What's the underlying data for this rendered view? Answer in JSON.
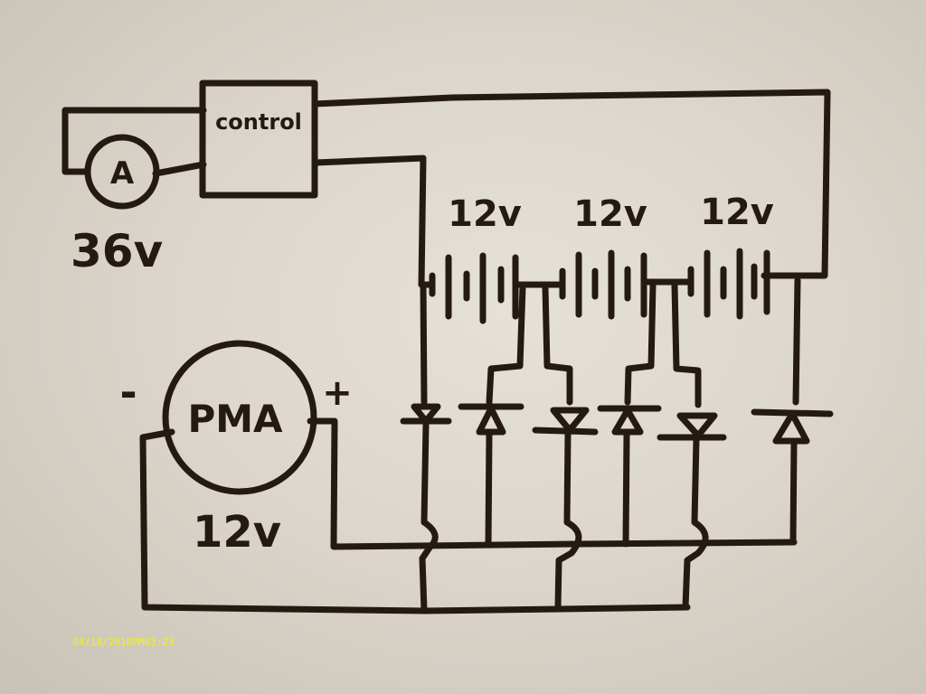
{
  "components": {
    "controller": {
      "label": "control"
    },
    "ammeter": {
      "symbol": "A",
      "voltage_label": "36v"
    },
    "pma": {
      "label": "PMA",
      "voltage_label": "12v",
      "minus": "-",
      "plus": "+"
    },
    "batteries": [
      {
        "voltage_label": "12v"
      },
      {
        "voltage_label": "12v"
      },
      {
        "voltage_label": "12v"
      }
    ]
  },
  "timestamp": "04/18/2010PM03:23",
  "colors": {
    "ink": "#241a12",
    "paper": "#e6e1d8",
    "timestamp": "#f2f21a"
  }
}
